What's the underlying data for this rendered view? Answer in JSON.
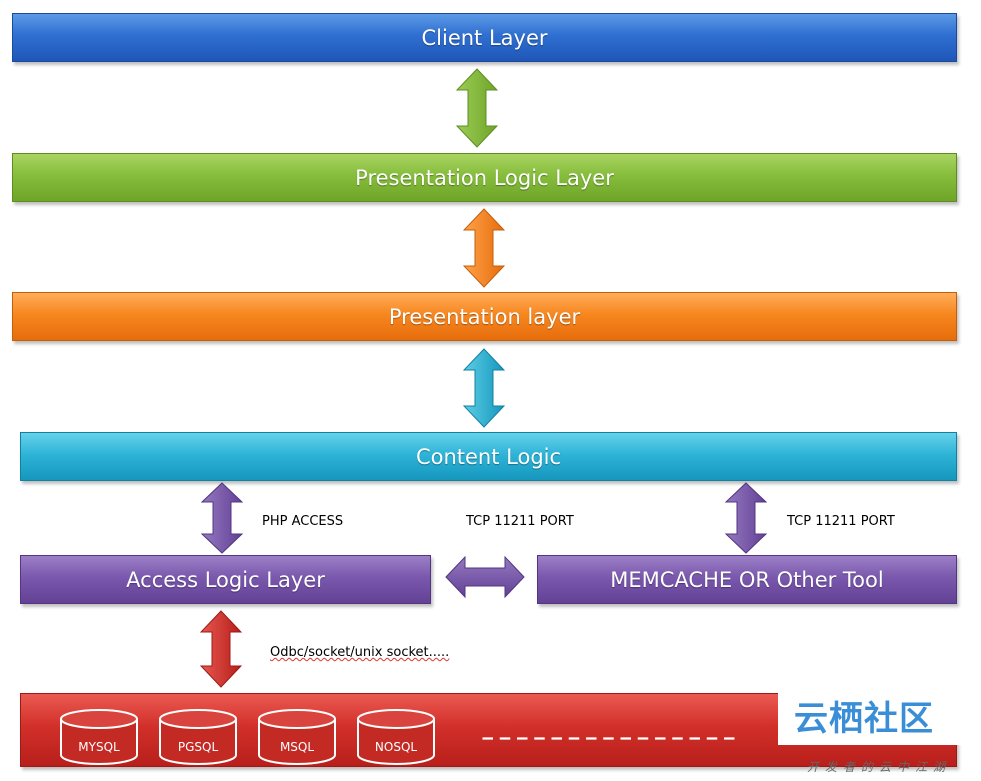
{
  "layers": {
    "client": "Client Layer",
    "presentation_logic": "Presentation Logic Layer",
    "presentation": "Presentation layer",
    "content_logic": "Content Logic",
    "access_logic": "Access Logic Layer",
    "memcache": "MEMCACHE OR Other Tool"
  },
  "labels": {
    "php_access": "PHP ACCESS",
    "tcp_middle": "TCP 11211 PORT",
    "tcp_right": "TCP 11211 PORT",
    "odbc": "Odbc/socket/unix socket....."
  },
  "databases": [
    "MYSQL",
    "PGSQL",
    "MSQL",
    "NOSQL"
  ],
  "watermark": {
    "logo": "云栖社区",
    "sub": "开发者的云中江湖"
  },
  "colors": {
    "blue": "#2f6fd0",
    "green": "#86bd3c",
    "orange": "#f7871f",
    "cyan": "#2eb4d8",
    "purple": "#7a58ad",
    "red": "#d2302a"
  }
}
